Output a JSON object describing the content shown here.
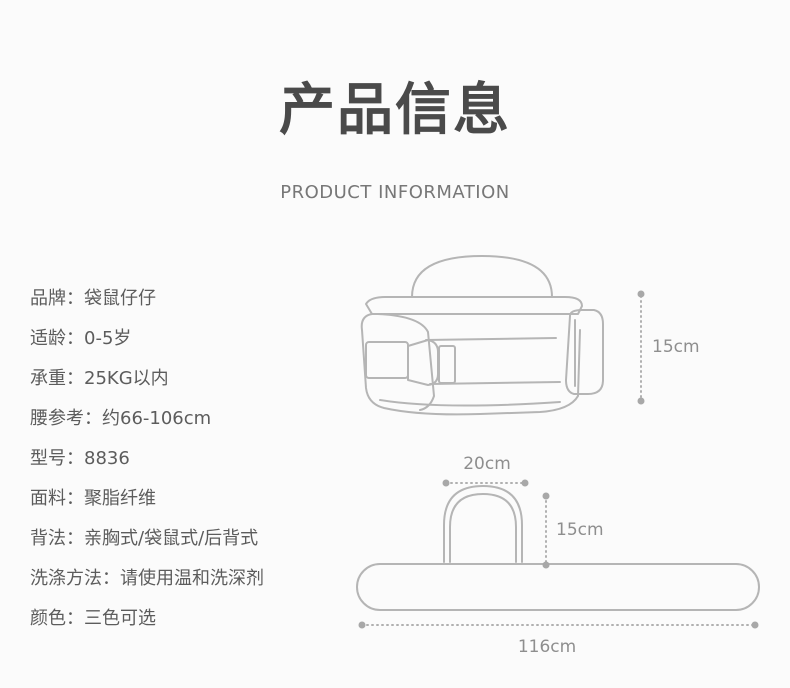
{
  "header": {
    "title": "产品信息",
    "subtitle": "PRODUCT INFORMATION"
  },
  "specs": [
    {
      "label": "品牌",
      "value": "袋鼠仔仔"
    },
    {
      "label": "适龄",
      "value": "0-5岁"
    },
    {
      "label": "承重",
      "value": "25KG以内"
    },
    {
      "label": "腰参考",
      "value": "约66-106cm"
    },
    {
      "label": "型号",
      "value": "8836"
    },
    {
      "label": "面料",
      "value": "聚脂纤维"
    },
    {
      "label": "背法",
      "value": "亲胸式/袋鼠式/后背式"
    },
    {
      "label": "洗涤方法",
      "value": "请使用温和洗深剂"
    },
    {
      "label": "颜色",
      "value": "三色可选"
    }
  ],
  "dimensions": {
    "height_side": "15cm",
    "seat_width": "20cm",
    "seat_height": "15cm",
    "belt_length": "116cm"
  }
}
